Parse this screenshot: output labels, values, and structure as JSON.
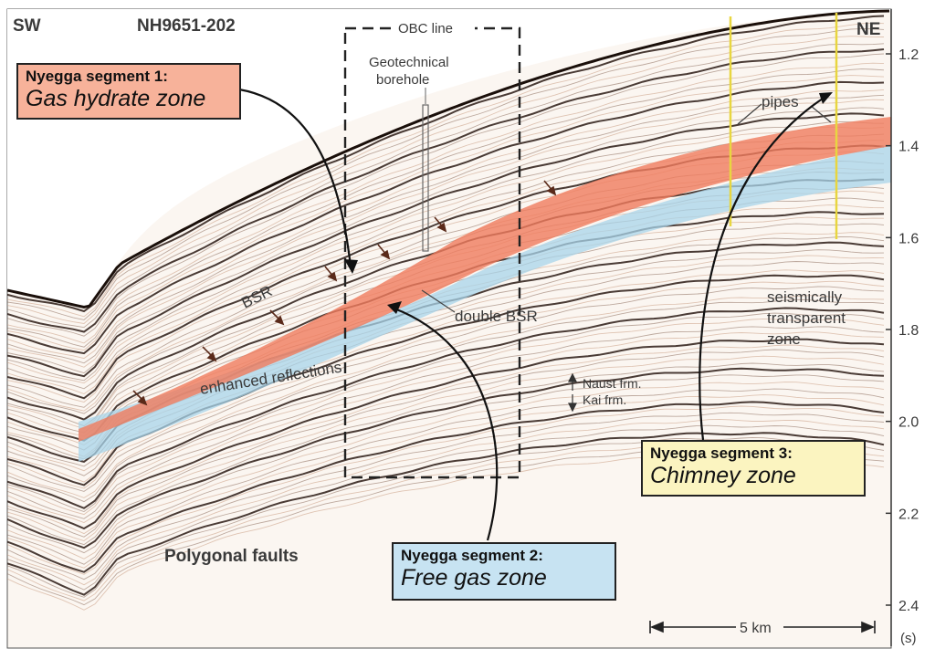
{
  "header": {
    "left_dir": "SW",
    "right_dir": "NE",
    "line_id": "NH9651-202"
  },
  "axis": {
    "unit": "(s)",
    "ticks": [
      "1.2",
      "1.4",
      "1.6",
      "1.8",
      "2.0",
      "2.2",
      "2.4"
    ],
    "range": [
      1.1,
      2.45
    ]
  },
  "annotations": {
    "obc_line": "OBC line",
    "borehole_1": "Geotechnical",
    "borehole_2": "borehole",
    "pipes": "pipes",
    "bsr": "BSR",
    "double_bsr": "double BSR",
    "enhanced": "enhanced reflections",
    "naust": "Naust frm.",
    "kai": "Kai frm.",
    "transparent_1": "seismically",
    "transparent_2": "transparent",
    "transparent_3": "zone",
    "polygonal": "Polygonal faults"
  },
  "scale_bar": {
    "label": "5 km"
  },
  "segments": [
    {
      "title": "Nyegga segment 1:",
      "zone": "Gas hydrate zone",
      "color": "#f7b29a"
    },
    {
      "title": "Nyegga segment 2:",
      "zone": "Free gas zone",
      "color": "#c7e3f2"
    },
    {
      "title": "Nyegga segment 3:",
      "zone": "Chimney zone",
      "color": "#fbf4c0"
    }
  ],
  "colors": {
    "hydrate_band": "#f07c5e",
    "free_gas_band": "#a8d4ea",
    "pipes": "#e8d640",
    "seismic": "#2a1a14"
  }
}
